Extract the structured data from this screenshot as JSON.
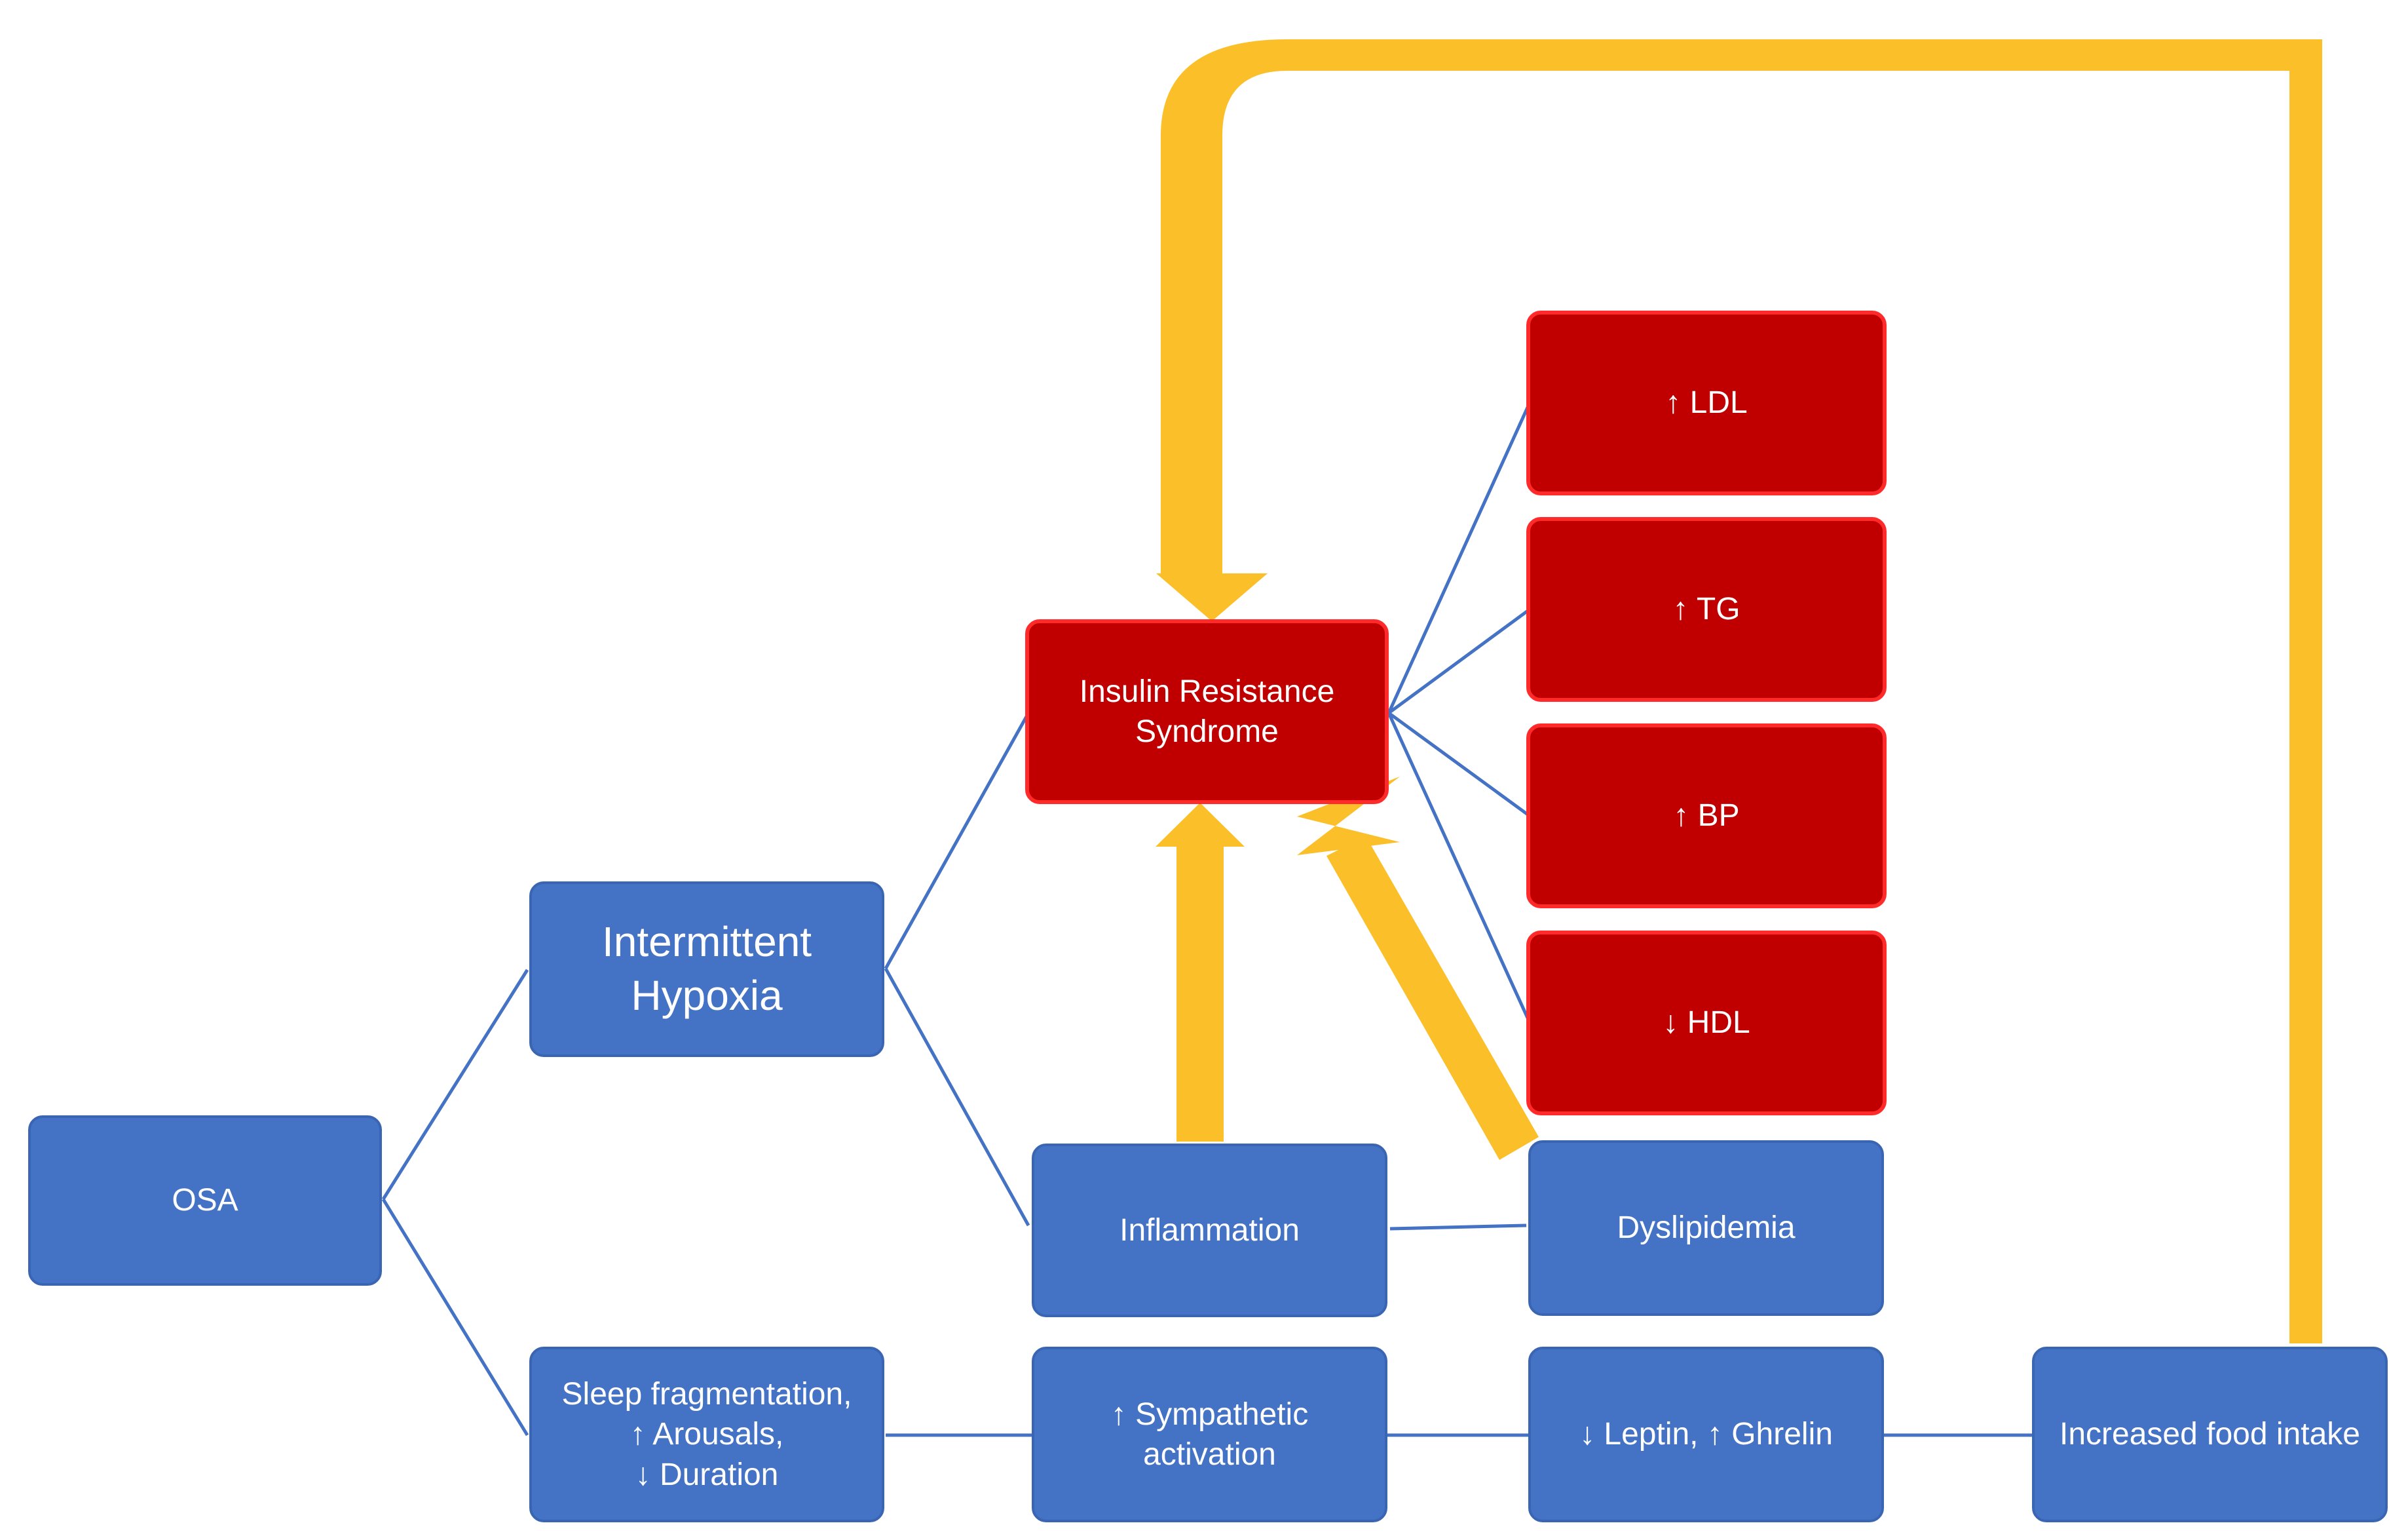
{
  "diagram": {
    "nodes": {
      "osa": "OSA",
      "hypoxia": "Intermittent\nHypoxia",
      "sleep": "Sleep fragmentation,\n↑ Arousals,\n↓ Duration",
      "inflammation": "Inflammation",
      "sympathetic": "↑ Sympathetic\nactivation",
      "dyslipidemia": "Dyslipidemia",
      "leptin": "↓ Leptin, ↑ Ghrelin",
      "food": "Increased food intake",
      "irs": "Insulin Resistance\nSyndrome",
      "ldl": "↑ LDL",
      "tg": "↑ TG",
      "bp": "↑ BP",
      "hdl": "↓ HDL"
    },
    "colors": {
      "blue_box": "#4472c4",
      "red_box": "#c00000",
      "red_border": "#ff2a2a",
      "connector": "#4472c4",
      "arrow": "#fbbf2a"
    }
  }
}
